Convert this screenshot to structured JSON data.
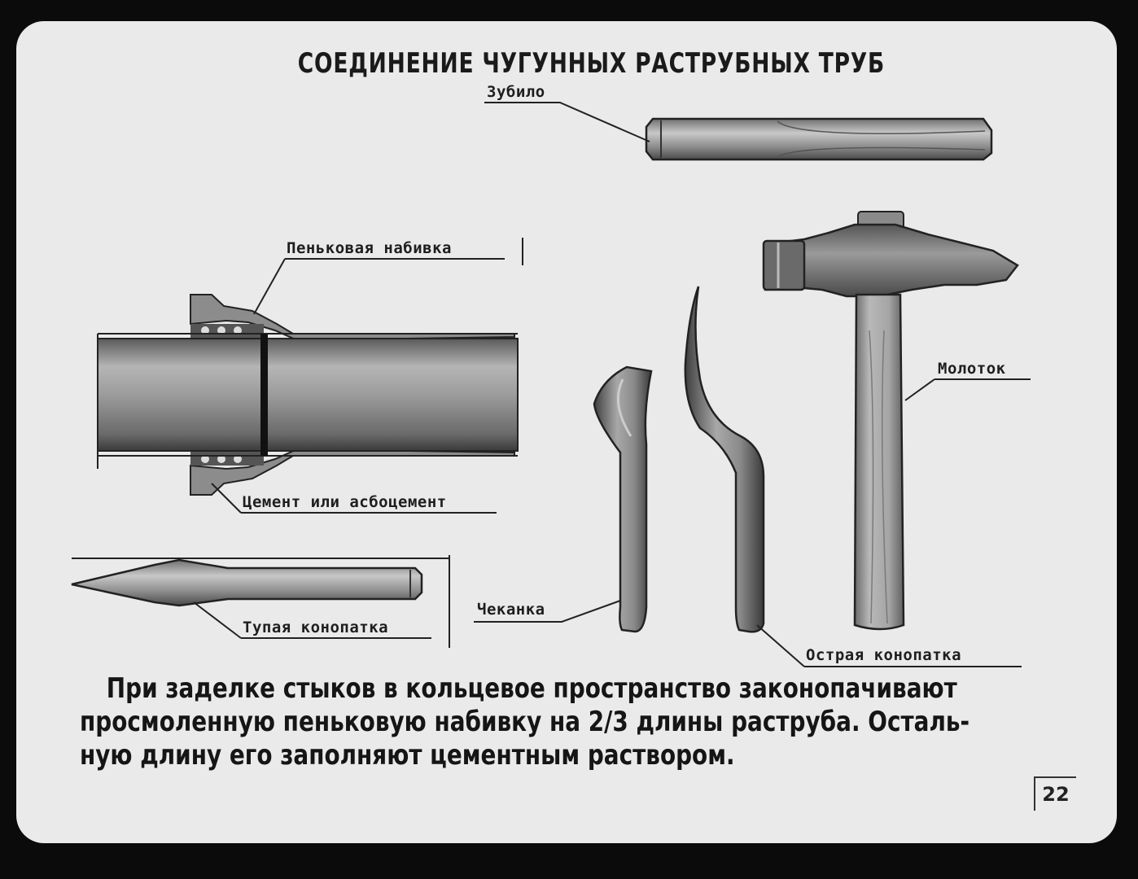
{
  "title": "СОЕДИНЕНИЕ ЧУГУННЫХ РАСТРУБНЫХ ТРУБ",
  "labels": {
    "chisel": "Зубило",
    "hemp_packing": "Пеньковая набивка",
    "cement": "Цемент или асбоцемент",
    "blunt_caulk": "Тупая конопатка",
    "caulking": "Чеканка",
    "sharp_caulk": "Острая конопатка",
    "hammer": "Молоток"
  },
  "body_lines": [
    "При заделке стыков в кольцевое пространство законопачивают",
    "просмоленную пеньковую набивку на 2/3 длины раструба. Осталь-",
    "ную длину его заполняют цементным раствором."
  ],
  "page_number": "22",
  "colors": {
    "background": "#0b0b0b",
    "slide": "#eaeaea",
    "ink": "#1a1a1a",
    "metal": "#9a9a9a"
  }
}
